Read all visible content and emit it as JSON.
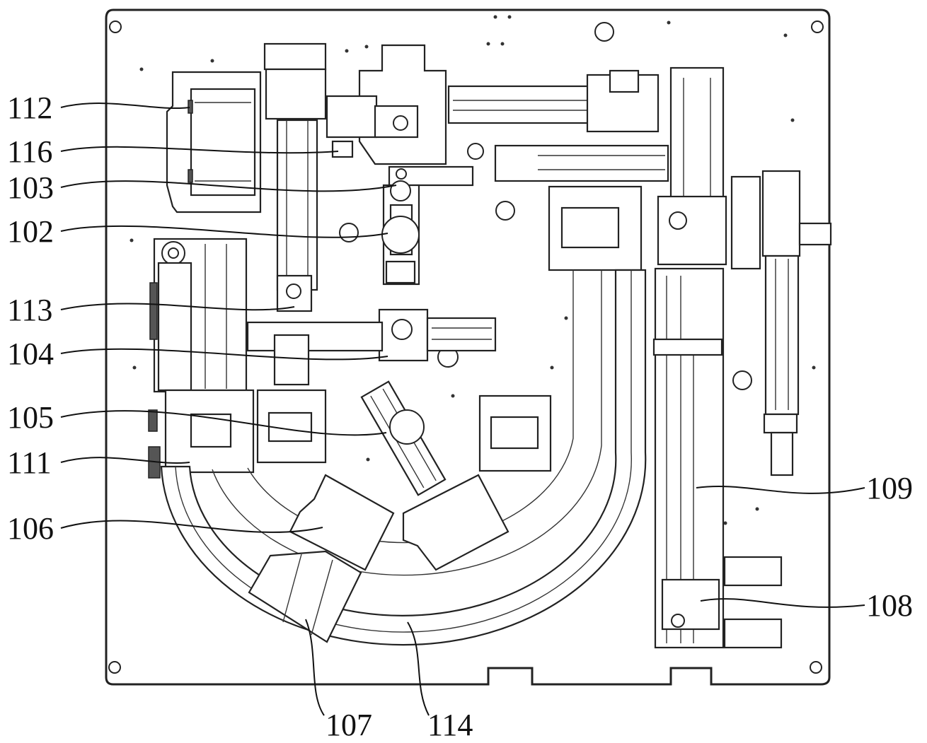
{
  "labels": {
    "l112": "112",
    "l116": "116",
    "l103": "103",
    "l102": "102",
    "l113": "113",
    "l104": "104",
    "l105": "105",
    "l111": "111",
    "l106": "106",
    "l109": "109",
    "l108": "108",
    "l107": "107",
    "l114": "114"
  },
  "colors": {
    "line": "#222222",
    "background": "#ffffff"
  }
}
